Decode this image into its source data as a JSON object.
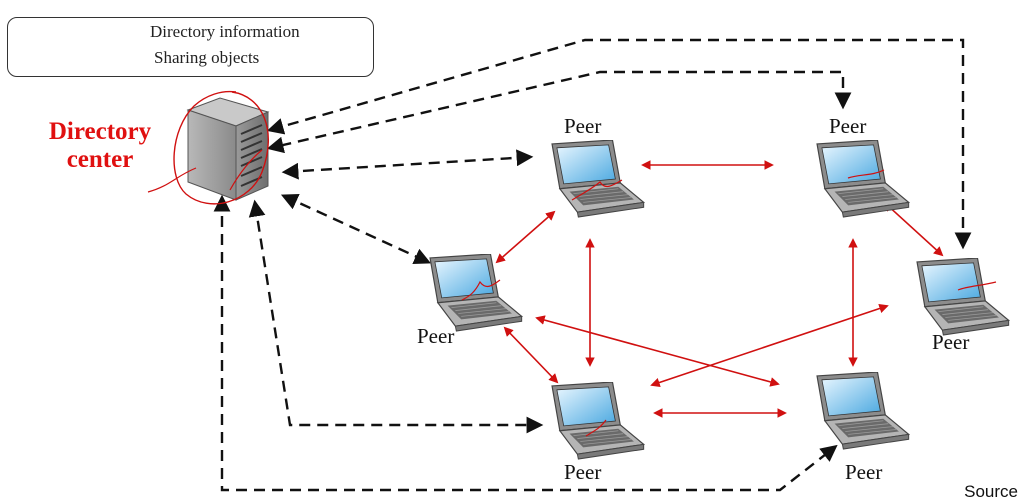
{
  "legend": {
    "directory_label": "Directory information",
    "sharing_label": "Sharing objects"
  },
  "server": {
    "label": "Directory center"
  },
  "peers": [
    {
      "label": "Peer"
    },
    {
      "label": "Peer"
    },
    {
      "label": "Peer"
    },
    {
      "label": "Peer"
    },
    {
      "label": "Peer"
    },
    {
      "label": "Peer"
    }
  ],
  "footer": {
    "source": "Source"
  },
  "colors": {
    "directory_arrow": "#111111",
    "sharing_arrow": "#d01010",
    "label_red": "#e01010"
  }
}
